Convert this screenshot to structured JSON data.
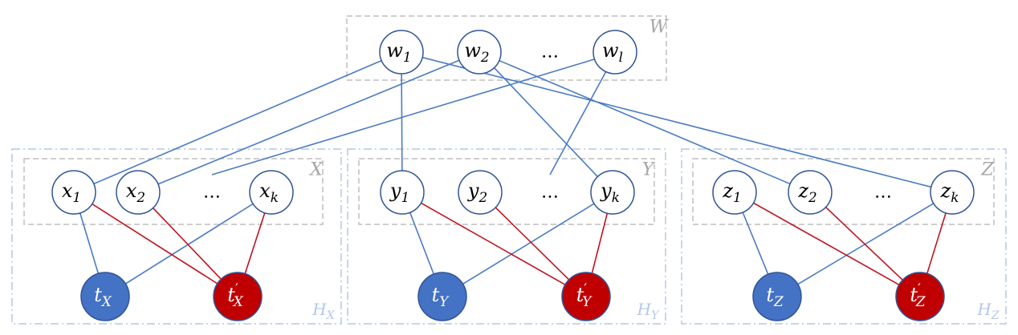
{
  "colors": {
    "edge_blue": "#4a7bc4",
    "edge_red": "#c0121e",
    "node_stroke": "#2f5597",
    "node_fill": "#ffffff",
    "target_blue": "#4472c4",
    "target_red": "#c00000",
    "inner_box": "#bfbfbf",
    "outer_box": "#b4c7e7",
    "inner_label": "#a6a6a6",
    "outer_label": "#b4c7e7"
  },
  "top_group": {
    "label": "W",
    "nodes": [
      {
        "id": "w1",
        "base": "w",
        "sub": "1"
      },
      {
        "id": "w2",
        "base": "w",
        "sub": "2"
      },
      {
        "id": "w_ellipsis",
        "text": "…"
      },
      {
        "id": "wl",
        "base": "w",
        "sub": "l"
      }
    ]
  },
  "groups": [
    {
      "id": "X",
      "inner_label": "X",
      "outer_label": {
        "base": "H",
        "sub": "X"
      },
      "nodes": [
        {
          "id": "x1",
          "base": "x",
          "sub": "1"
        },
        {
          "id": "x2",
          "base": "x",
          "sub": "2"
        },
        {
          "id": "x_ellipsis",
          "text": "…"
        },
        {
          "id": "xk",
          "base": "x",
          "sub": "k"
        }
      ],
      "targets": [
        {
          "id": "tX",
          "base": "t",
          "prime": "",
          "sub": "X",
          "color": "blue"
        },
        {
          "id": "tXp",
          "base": "t",
          "prime": "′",
          "sub": "X",
          "color": "red"
        }
      ]
    },
    {
      "id": "Y",
      "inner_label": "Y",
      "outer_label": {
        "base": "H",
        "sub": "Y"
      },
      "nodes": [
        {
          "id": "y1",
          "base": "y",
          "sub": "1"
        },
        {
          "id": "y2",
          "base": "y",
          "sub": "2"
        },
        {
          "id": "y_ellipsis",
          "text": "…"
        },
        {
          "id": "yk",
          "base": "y",
          "sub": "k"
        }
      ],
      "targets": [
        {
          "id": "tY",
          "base": "t",
          "prime": "",
          "sub": "Y",
          "color": "blue"
        },
        {
          "id": "tYp",
          "base": "t",
          "prime": "′",
          "sub": "Y",
          "color": "red"
        }
      ]
    },
    {
      "id": "Z",
      "inner_label": "Z",
      "outer_label": {
        "base": "H",
        "sub": "Z"
      },
      "nodes": [
        {
          "id": "z1",
          "base": "z",
          "sub": "1"
        },
        {
          "id": "z2",
          "base": "z",
          "sub": "2"
        },
        {
          "id": "z_ellipsis",
          "text": "…"
        },
        {
          "id": "zk",
          "base": "z",
          "sub": "k"
        }
      ],
      "targets": [
        {
          "id": "tZ",
          "base": "t",
          "prime": "",
          "sub": "Z",
          "color": "blue"
        },
        {
          "id": "tZp",
          "base": "t",
          "prime": "′",
          "sub": "Z",
          "color": "red"
        }
      ]
    }
  ],
  "edges_top": [
    [
      "w1",
      "x1"
    ],
    [
      "w1",
      "y1"
    ],
    [
      "w1",
      "zk"
    ],
    [
      "w2",
      "x2"
    ],
    [
      "w2",
      "yk"
    ],
    [
      "w2",
      "z2"
    ],
    [
      "wl",
      "x_ellipsis"
    ],
    [
      "wl",
      "y_ellipsis"
    ]
  ],
  "edges_targets": [
    [
      "x1",
      "tX",
      "blue"
    ],
    [
      "xk",
      "tX",
      "blue"
    ],
    [
      "x1",
      "tXp",
      "red"
    ],
    [
      "x2",
      "tXp",
      "red"
    ],
    [
      "xk",
      "tXp",
      "red"
    ],
    [
      "y1",
      "tY",
      "blue"
    ],
    [
      "yk",
      "tY",
      "blue"
    ],
    [
      "y1",
      "tYp",
      "red"
    ],
    [
      "y2",
      "tYp",
      "red"
    ],
    [
      "yk",
      "tYp",
      "red"
    ],
    [
      "z1",
      "tZ",
      "blue"
    ],
    [
      "zk",
      "tZ",
      "blue"
    ],
    [
      "z1",
      "tZp",
      "red"
    ],
    [
      "z2",
      "tZp",
      "red"
    ],
    [
      "zk",
      "tZp",
      "red"
    ]
  ]
}
